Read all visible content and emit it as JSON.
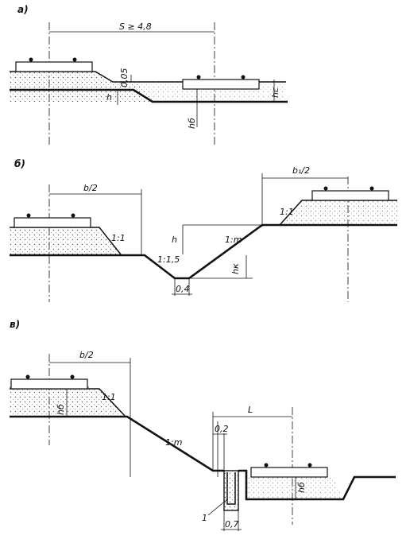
{
  "panels": {
    "a": {
      "letter": "а)",
      "labels": {
        "spacing": "S ≥ 4,8",
        "gap": "0,05",
        "h": "h",
        "hb": "hб",
        "hc": "hс"
      }
    },
    "b": {
      "letter": "б)",
      "labels": {
        "b_half": "b/2",
        "b1_half": "b₁/2",
        "h": "h",
        "hk": "hк",
        "slope_left": "1:1",
        "slope_right": "1:1",
        "slope_m": "1:m",
        "slope_15": "1:1,5",
        "bottom": "0,4"
      }
    },
    "c": {
      "letter": "в)",
      "labels": {
        "b_half": "b/2",
        "hb": "hб",
        "slope_11": "1:1",
        "slope_m": "1:m",
        "offset": "0,2",
        "L": "L",
        "hb2": "hб",
        "trench": "0,7",
        "item": "1"
      }
    }
  }
}
